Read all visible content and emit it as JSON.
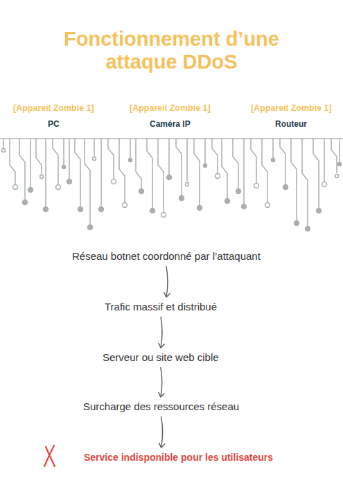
{
  "diagram": {
    "title": "Fonctionnement d’une attaque DDoS",
    "nodes": [
      {
        "text": [
          "Réseau botnet coordonné par l’attaquant"
        ]
      },
      {
        "text": [
          "Trafic massif et distribué"
        ]
      },
      {
        "text": [
          "Serveur ou site web cible"
        ]
      },
      {
        "text": [
          "Surcharge des ressources réseau"
        ]
      },
      {
        "text": [
          "Service indisponible pour les utilisateurs"
        ]
      }
    ],
    "edges": [
      {
        "from": 0,
        "to": 1,
        "arrow": "to"
      },
      {
        "from": 1,
        "to": 2,
        "arrow": "to"
      },
      {
        "from": 2,
        "to": 3,
        "arrow": "to"
      },
      {
        "from": 3,
        "to": 4,
        "arrow": "to"
      }
    ],
    "labels": [
      "[Appareil Zombie 1]",
      "[Appareil Zombie 1]",
      "[Appareil Zombie 1]",
      "PC",
      "Caméra IP",
      "Routeur"
    ]
  }
}
